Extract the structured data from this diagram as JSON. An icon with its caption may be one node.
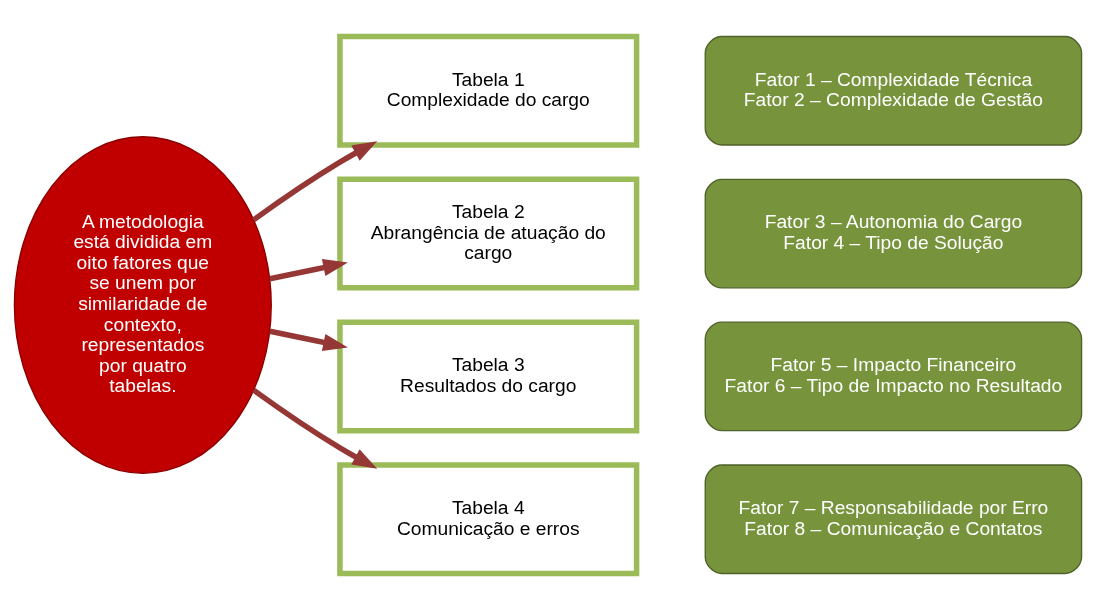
{
  "diagram": {
    "nodes": [
      {
        "text": [
          "A metodologia está dividida em oito fatores que se unem por similaridade de contexto, representados por quatro tabelas."
        ]
      },
      {
        "text": [
          "Tabela 1",
          "Complexidade do cargo"
        ]
      },
      {
        "text": [
          "Fator 1 – Complexidade Técnica",
          "Fator 2 – Complexidade de Gestão"
        ]
      },
      {
        "text": [
          "Tabela 2",
          "Abrangência de atuação do cargo"
        ]
      },
      {
        "text": [
          "Fator 3 – Autonomia do Cargo",
          "Fator 4 – Tipo de Solução"
        ]
      },
      {
        "text": [
          "Tabela 3",
          "Resultados do cargo"
        ]
      },
      {
        "text": [
          "Fator 5 – Impacto Financeiro",
          "Fator 6 – Tipo de Impacto no Resultado"
        ]
      },
      {
        "text": [
          "Tabela 4",
          "Comunicação e erros"
        ]
      },
      {
        "text": [
          "Fator 7 – Responsabilidade por Erro",
          "Fator 8 – Comunicação e Contatos"
        ]
      }
    ],
    "edges": [
      {
        "from": 0,
        "to": 1,
        "arrow": "to"
      },
      {
        "from": 0,
        "to": 3,
        "arrow": "to"
      },
      {
        "from": 0,
        "to": 5,
        "arrow": "to"
      },
      {
        "from": 0,
        "to": 7,
        "arrow": "to"
      }
    ]
  }
}
